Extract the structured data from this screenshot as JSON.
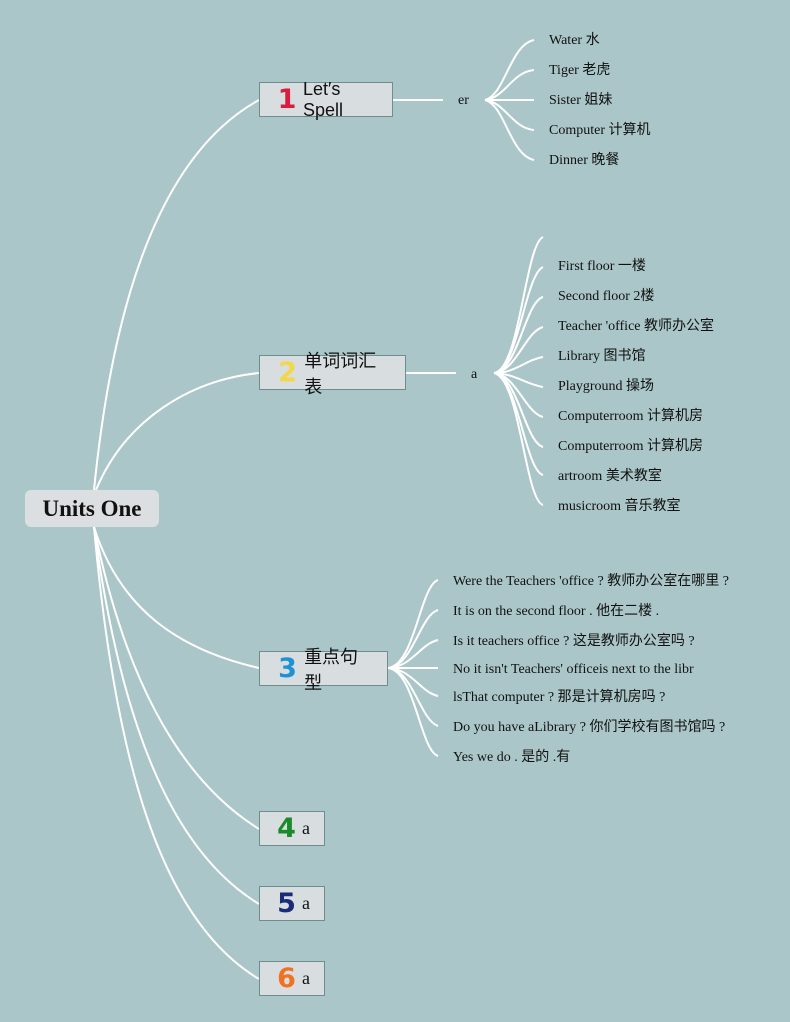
{
  "root": {
    "label": "Units One"
  },
  "colors": {
    "background": "#aac6c8",
    "lines": "#ffffff",
    "num1": "#d81e3c",
    "num2": "#f3d64a",
    "num3": "#1f92d6",
    "num4": "#1a8a2a",
    "num5": "#1a2b7a",
    "num6": "#f07220"
  },
  "branches": [
    {
      "number": "1",
      "label": "Let′s Spell",
      "hub": "er",
      "leaves": [
        "Water 水",
        "Tiger 老虎",
        "Sister 姐妹",
        "Computer 计算机",
        "Dinner 晚餐"
      ]
    },
    {
      "number": "2",
      "label": "单词词汇表",
      "hub": "a",
      "leaves": [
        "First floor  一楼",
        "Second floor 2楼",
        "Teacher 'office 教师办公室",
        "Library 图书馆",
        "Playground 操场",
        "Computerroom 计算机房",
        "Computerroom 计算机房",
        "artroom 美术教室",
        "musicroom 音乐教室"
      ]
    },
    {
      "number": "3",
      "label": "重点句型",
      "leaves": [
        "Were the Teachers 'office ? 教师办公室在哪里 ?",
        "It is on the second floor . 他在二楼 .",
        "Is it teachers office ? 这是教师办公室吗 ?",
        "No it isn't Teachers' officeis next to the libr",
        "lsThat computer ? 那是计算机房吗 ?",
        "Do you have aLibrary ? 你们学校有图书馆吗 ?",
        "Yes we do . 是的 .有"
      ]
    },
    {
      "number": "4",
      "label": "a"
    },
    {
      "number": "5",
      "label": "a"
    },
    {
      "number": "6",
      "label": "a"
    }
  ]
}
